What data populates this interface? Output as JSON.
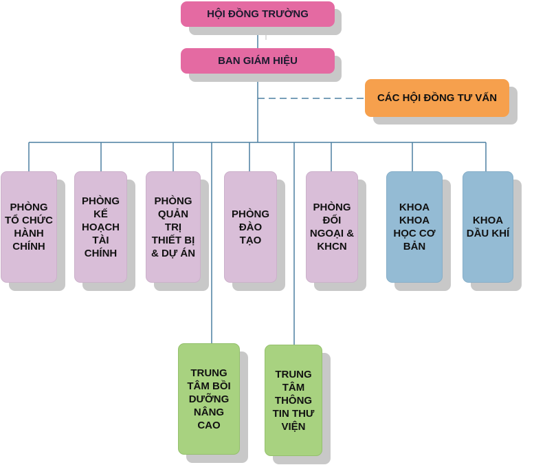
{
  "nodes": {
    "hoi_dong_truong": "HỘI ĐỒNG TRƯỜNG",
    "ban_giam_hieu": "BAN GIÁM HIỆU",
    "cac_hoi_dong_tu_van": "CÁC HỘI ĐỒNG TƯ VẤN",
    "phong_to_chuc": "PHÒNG TỔ CHỨC HÀNH CHÍNH",
    "phong_ke_hoach": "PHÒNG KẾ HOẠCH TÀI CHÍNH",
    "phong_quan_tri": "PHÒNG QUẢN TRỊ THIẾT BỊ & DỰ ÁN",
    "phong_dao_tao": "PHÒNG ĐÀO TẠO",
    "phong_doi_ngoai": "PHÒNG ĐỐI NGOẠI & KHCN",
    "khoa_khoa_hoc": "KHOA KHOA HỌC CƠ BẢN",
    "khoa_dau_khi": "KHOA DẦU KHÍ",
    "trung_tam_boi_duong": "TRUNG TÂM BỒI DƯỠNG NÂNG CAO",
    "trung_tam_thong_tin": "TRUNG TÂM THÔNG TIN THƯ VIỆN"
  },
  "colors": {
    "line": "#4a7ea0",
    "leadership": "#e46aa2",
    "advisory": "#f6a04d",
    "office": "#d9bed8",
    "faculty": "#94bbd4",
    "center": "#a8d280"
  }
}
